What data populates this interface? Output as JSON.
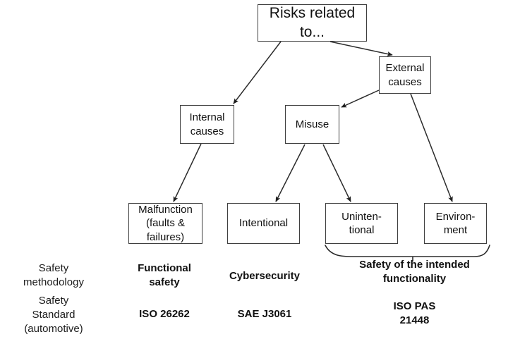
{
  "diagram": {
    "title": "Risks related to... taxonomy with safety methodologies and standards",
    "colors": {
      "background": "#ffffff",
      "box_border": "#3f3f3f",
      "text": "#111111",
      "edge": "#2b2b2b"
    },
    "nodes": [
      {
        "id": "root",
        "label": "Risks related\nto...",
        "level": 0
      },
      {
        "id": "external",
        "label": "External\ncauses",
        "level": 1
      },
      {
        "id": "internal",
        "label": "Internal\ncauses",
        "level": 2
      },
      {
        "id": "misuse",
        "label": "Misuse",
        "level": 2
      },
      {
        "id": "malfunction",
        "label": "Malfunction\n(faults &\nfailures)",
        "level": 3
      },
      {
        "id": "intentional",
        "label": "Intentional",
        "level": 3
      },
      {
        "id": "unintentional",
        "label": "Uninten-\ntional",
        "level": 3
      },
      {
        "id": "environment",
        "label": "Environ-\nment",
        "level": 3
      }
    ],
    "edges": [
      {
        "from": "root",
        "to": "internal",
        "arrow": true
      },
      {
        "from": "root",
        "to": "external",
        "arrow": true
      },
      {
        "from": "external",
        "to": "misuse",
        "arrow": true
      },
      {
        "from": "external",
        "to": "environment",
        "arrow": true
      },
      {
        "from": "internal",
        "to": "malfunction",
        "arrow": true
      },
      {
        "from": "misuse",
        "to": "intentional",
        "arrow": true
      },
      {
        "from": "misuse",
        "to": "unintentional",
        "arrow": true
      }
    ],
    "grouping_brace": {
      "label": "groups Unintentional and Environment",
      "covers": [
        "unintentional",
        "environment"
      ]
    }
  },
  "legend": {
    "row_labels": {
      "methodology": "Safety\nmethodology",
      "standard": "Safety\nStandard\n(automotive)"
    },
    "columns": [
      {
        "id": "functional-safety",
        "methodology": "Functional\nsafety",
        "standard": "ISO 26262"
      },
      {
        "id": "cybersecurity",
        "methodology": "Cybersecurity",
        "standard": "SAE J3061"
      },
      {
        "id": "sotif",
        "methodology": "Safety of the intended\nfunctionality",
        "standard": "ISO PAS\n21448"
      }
    ]
  }
}
